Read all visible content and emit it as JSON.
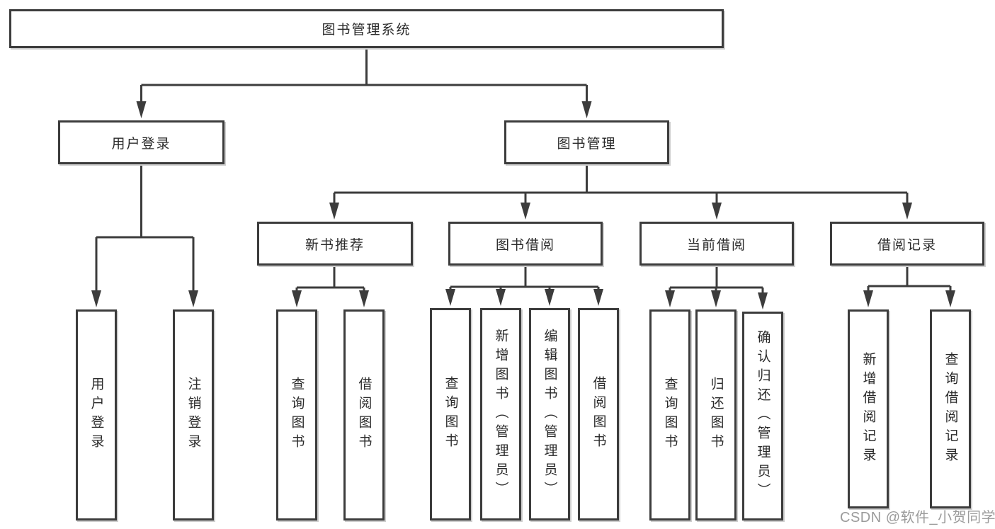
{
  "title": "图书管理系统",
  "colors": {
    "line": "#3c3c3c",
    "box_border": "#3c3c3c",
    "text": "#2a2a2a",
    "watermark": "#9b9b9b",
    "background": "#ffffff"
  },
  "watermark": {
    "text": "CSDN @软件_小贺同学"
  },
  "tree": {
    "root": {
      "label": "图书管理系统"
    },
    "branches": [
      {
        "label": "用户登录",
        "children": [
          {
            "label": "用户登录"
          },
          {
            "label": "注销登录"
          }
        ]
      },
      {
        "label": "图书管理",
        "children": [
          {
            "label": "新书推荐",
            "children": [
              {
                "label": "查询图书"
              },
              {
                "label": "借阅图书"
              }
            ]
          },
          {
            "label": "图书借阅",
            "children": [
              {
                "label": "查询图书"
              },
              {
                "label": "新增图书（管理员）"
              },
              {
                "label": "编辑图书（管理员）"
              },
              {
                "label": "借阅图书"
              }
            ]
          },
          {
            "label": "当前借阅",
            "children": [
              {
                "label": "查询图书"
              },
              {
                "label": "归还图书"
              },
              {
                "label": "确认归还（管理员）"
              }
            ]
          },
          {
            "label": "借阅记录",
            "children": [
              {
                "label": "新增借阅记录"
              },
              {
                "label": "查询借阅记录"
              }
            ]
          }
        ]
      }
    ]
  }
}
